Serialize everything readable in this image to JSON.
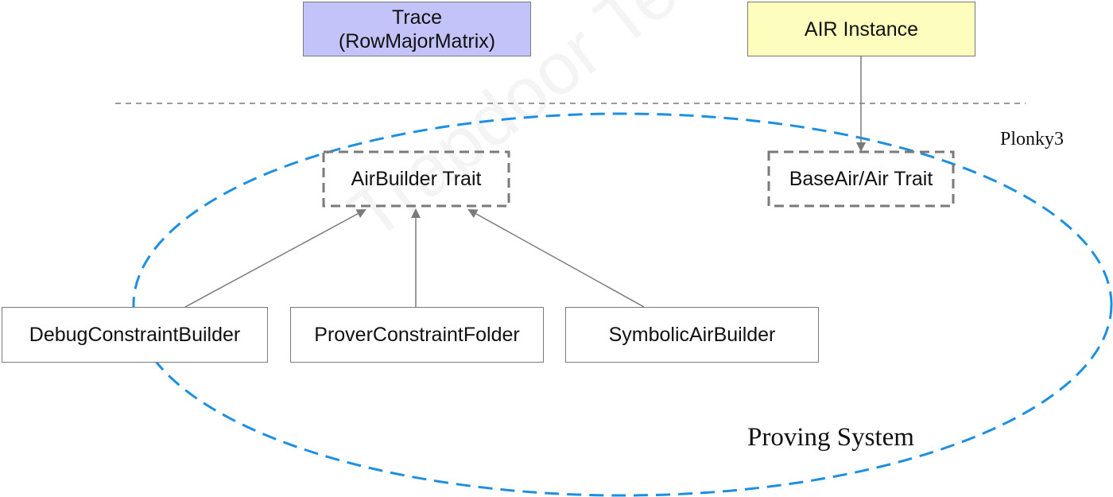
{
  "nodes": {
    "trace": {
      "line1": "Trace",
      "line2": "(RowMajorMatrix)"
    },
    "air_instance": {
      "label": "AIR Instance"
    },
    "air_builder_trait": {
      "label": "AirBuilder Trait"
    },
    "base_air_trait": {
      "label": "BaseAir/Air Trait"
    },
    "debug_builder": {
      "label": "DebugConstraintBuilder"
    },
    "prover_folder": {
      "label": "ProverConstraintFolder"
    },
    "symbolic_builder": {
      "label": "SymbolicAirBuilder"
    }
  },
  "labels": {
    "plonky3": "Plonky3",
    "proving_system": "Proving System",
    "watermark": "Trapdoor Tech"
  },
  "colors": {
    "trace_fill": "#c3c3fa",
    "air_fill": "#fdfdbd",
    "ellipse_stroke": "#1e8fe0",
    "edge_stroke": "#7a7a7a"
  }
}
